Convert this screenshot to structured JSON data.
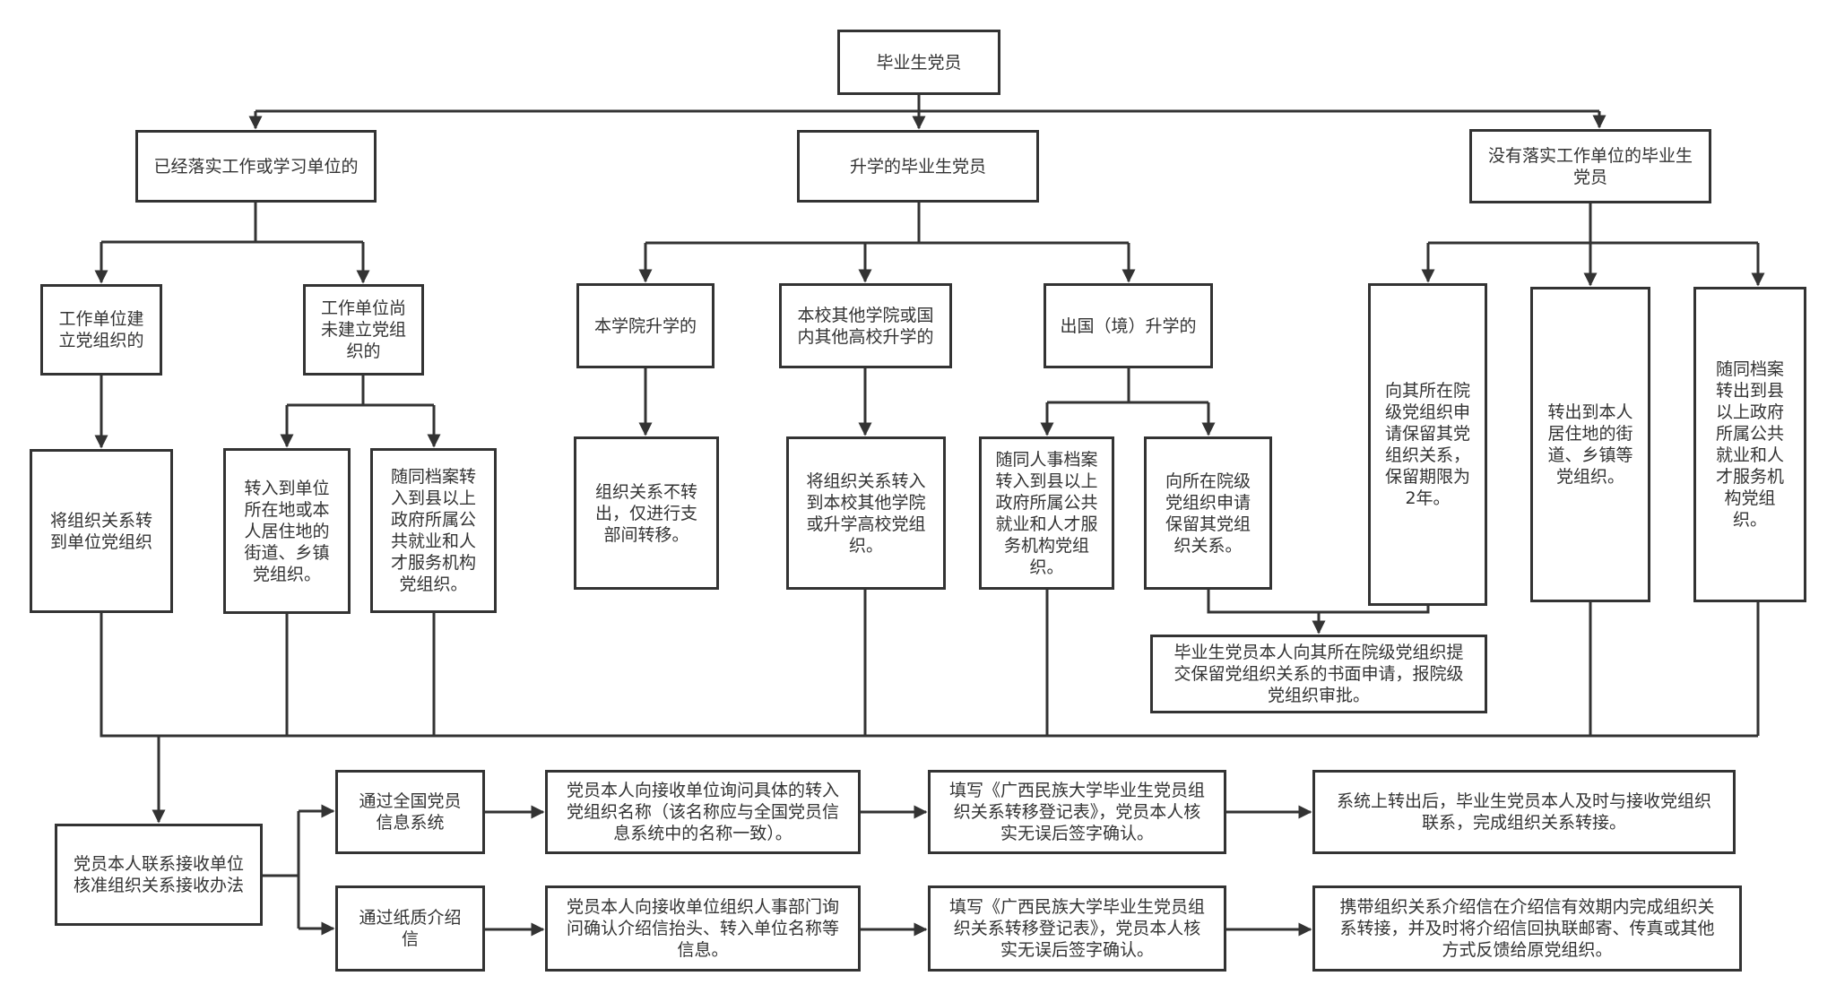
{
  "diagram": {
    "type": "flowchart",
    "colors": {
      "stroke": "#333333",
      "text": "#333333",
      "background": "#ffffff"
    },
    "nodes": {
      "root": "毕业生党员",
      "employed": "已经落实工作或学习单位的",
      "further_study": "升学的毕业生党员",
      "unemployed": "没有落实工作单位的毕业生\n党员",
      "unit_has_party_org": "工作单位建\n立党组织的",
      "unit_no_party_org": "工作单位尚\n未建立党组\n织的",
      "transfer_to_unit_org": "将组织关系转\n到单位党组织",
      "transfer_to_local_street": "转入到单位\n所在地或本\n人居住地的\n街道、乡镇\n党组织。",
      "transfer_with_archive_county": "随同档案转\n入到县以上\n政府所属公\n共就业和人\n才服务机构\n党组织。",
      "same_college": "本学院升学的",
      "other_college_or_school": "本校其他学院或国\n内其他高校升学的",
      "study_abroad": "出国（境）升学的",
      "branch_transfer_only": "组织关系不转\n出，仅进行支\n部间转移。",
      "transfer_to_new_school": "将组织关系转入\n到本校其他学院\n或升学高校党组\n织。",
      "abroad_with_personnel_archive": "随同人事档案\n转入到县以上\n政府所属公共\n就业和人才服\n务机构党组\n织。",
      "abroad_apply_retain": "向所在院级\n党组织申请\n保留其党组\n织关系。",
      "unemployed_apply_retain": "向其所在院\n级党组织申\n请保留其党\n组织关系，\n保留期限为\n2年。",
      "unemployed_to_residence": "转出到本人\n居住地的街\n道、乡镇等\n党组织。",
      "unemployed_with_archive": "随同档案\n转出到县\n以上政府\n所属公共\n就业和人\n才服务机\n构党组\n织。",
      "written_application": "毕业生党员本人向其所在院级党组织提\n交保留党组织关系的书面申请，报院级\n党组织审批。",
      "contact_receiving_unit": "党员本人联系接收单位\n核准组织关系接收办法",
      "via_national_system": "通过全国党员\n信息系统",
      "via_paper_letter": "通过纸质介绍\n信",
      "ask_org_name": "党员本人向接收单位询问具体的转入\n党组织名称（该名称应与全国党员信\n息系统中的名称一致）。",
      "ask_letter_header": "党员本人向接收单位组织人事部门询\n问确认介绍信抬头、转入单位名称等\n信息。",
      "fill_form_system": "填写《广西民族大学毕业生党员组\n织关系转移登记表》，党员本人核\n实无误后签字确认。",
      "fill_form_paper": "填写《广西民族大学毕业生党员组\n织关系转移登记表》，党员本人核\n实无误后签字确认。",
      "system_transfer_done": "系统上转出后，毕业生党员本人及时与接收党组织\n联系，完成组织关系转接。",
      "paper_transfer_done": "携带组织关系介绍信在介绍信有效期内完成组织关\n系转接，并及时将介绍信回执联邮寄、传真或其他\n方式反馈给原党组织。"
    },
    "edges": [
      [
        "root",
        "employed"
      ],
      [
        "root",
        "further_study"
      ],
      [
        "root",
        "unemployed"
      ],
      [
        "employed",
        "unit_has_party_org"
      ],
      [
        "employed",
        "unit_no_party_org"
      ],
      [
        "unit_has_party_org",
        "transfer_to_unit_org"
      ],
      [
        "unit_no_party_org",
        "transfer_to_local_street"
      ],
      [
        "unit_no_party_org",
        "transfer_with_archive_county"
      ],
      [
        "further_study",
        "same_college"
      ],
      [
        "further_study",
        "other_college_or_school"
      ],
      [
        "further_study",
        "study_abroad"
      ],
      [
        "same_college",
        "branch_transfer_only"
      ],
      [
        "other_college_or_school",
        "transfer_to_new_school"
      ],
      [
        "study_abroad",
        "abroad_with_personnel_archive"
      ],
      [
        "study_abroad",
        "abroad_apply_retain"
      ],
      [
        "unemployed",
        "unemployed_apply_retain"
      ],
      [
        "unemployed",
        "unemployed_to_residence"
      ],
      [
        "unemployed",
        "unemployed_with_archive"
      ],
      [
        "abroad_apply_retain",
        "written_application"
      ],
      [
        "unemployed_apply_retain",
        "written_application"
      ],
      [
        "transfer_to_unit_org",
        "contact_receiving_unit"
      ],
      [
        "transfer_to_local_street",
        "contact_receiving_unit"
      ],
      [
        "transfer_with_archive_county",
        "contact_receiving_unit"
      ],
      [
        "transfer_to_new_school",
        "contact_receiving_unit"
      ],
      [
        "abroad_with_personnel_archive",
        "contact_receiving_unit"
      ],
      [
        "unemployed_to_residence",
        "contact_receiving_unit"
      ],
      [
        "unemployed_with_archive",
        "contact_receiving_unit"
      ],
      [
        "contact_receiving_unit",
        "via_national_system"
      ],
      [
        "contact_receiving_unit",
        "via_paper_letter"
      ],
      [
        "via_national_system",
        "ask_org_name"
      ],
      [
        "ask_org_name",
        "fill_form_system"
      ],
      [
        "fill_form_system",
        "system_transfer_done"
      ],
      [
        "via_paper_letter",
        "ask_letter_header"
      ],
      [
        "ask_letter_header",
        "fill_form_paper"
      ],
      [
        "fill_form_paper",
        "paper_transfer_done"
      ]
    ]
  }
}
